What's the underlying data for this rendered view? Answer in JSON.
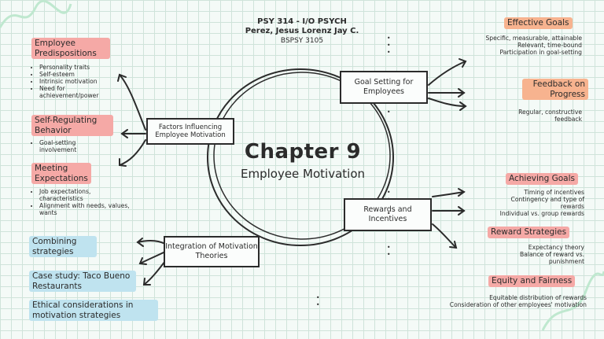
{
  "header": {
    "course": "PSY 314 - I/O PSYCH",
    "author": "Perez, Jesus Lorenz Jay C.",
    "section": "BSPSY 3105"
  },
  "center": {
    "title": "Chapter 9",
    "subtitle": "Employee Motivation"
  },
  "boxes": {
    "factors": "Factors Influencing Employee Motivation",
    "goal_setting": "Goal Setting for Employees",
    "rewards": "Rewards and Incentives",
    "integration": "Integration of Motivation Theories"
  },
  "left": {
    "predispositions": {
      "title": "Employee Predispositions",
      "items": [
        "Personality traits",
        "Self-esteem",
        "Intrinsic motivation",
        "Need for achievement/power"
      ]
    },
    "self_regulating": {
      "title": "Self-Regulating Behavior",
      "items": [
        "Goal-setting involvement"
      ]
    },
    "expectations": {
      "title": "Meeting Expectations",
      "items": [
        "Job expectations, characteristics",
        "Alignment with needs, values, wants"
      ]
    },
    "combining": "Combining strategies",
    "case_study": "Case study: Taco Bueno Restaurants",
    "ethical": "Ethical considerations in motivation strategies"
  },
  "right": {
    "effective_goals": {
      "title": "Effective Goals",
      "items": [
        "Specific, measurable, attainable",
        "Relevant, time-bound",
        "Participation in goal-setting"
      ]
    },
    "feedback": {
      "title": "Feedback on Progress",
      "items": [
        "Regular, constructive feedback"
      ]
    },
    "achieving": {
      "title": "Achieving Goals",
      "items": [
        "Timing of incentives",
        "Contingency and type of rewards",
        "Individual vs. group rewards"
      ]
    },
    "reward_strategies": {
      "title": "Reward Strategies",
      "items": [
        "Expectancy theory",
        "Balance of reward vs. punishment"
      ]
    },
    "equity": {
      "title": "Equity and Fairness",
      "items": [
        "Equitable distribution of rewards",
        "Consideration of other employees' motivation"
      ]
    }
  },
  "colors": {
    "pink": "#f5a9a6",
    "orange": "#f7b38f",
    "blue": "#bfe3ef",
    "ink": "#2b2b2b",
    "grid": "#cfe3da"
  }
}
